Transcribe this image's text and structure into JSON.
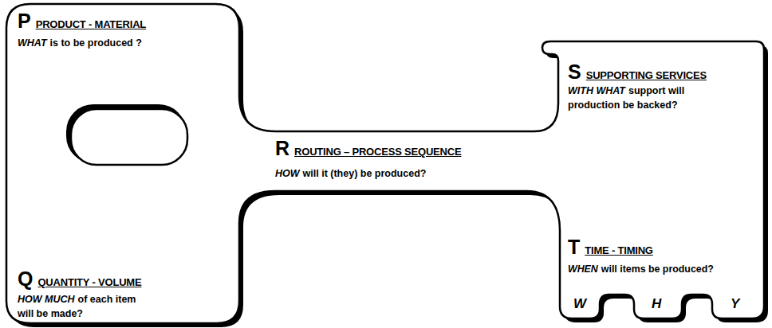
{
  "diagram": {
    "nodes": [
      {
        "text": [
          "P",
          "PRODUCT - MATERIAL",
          "WHAT",
          "is to be produced ?",
          "Q",
          "QUANTITY - VOLUME",
          "HOW MUCH",
          "of each item will be made?",
          "R",
          "ROUTING – PROCESS SEQUENCE",
          "HOW",
          "will it (they) be produced?",
          "S",
          "SUPPORTING SERVICES",
          "WITH WHAT",
          "support will production be backed?",
          "T",
          "TIME - TIMING",
          "WHEN",
          "will items be produced?",
          "W",
          "H",
          "Y"
        ]
      }
    ]
  }
}
